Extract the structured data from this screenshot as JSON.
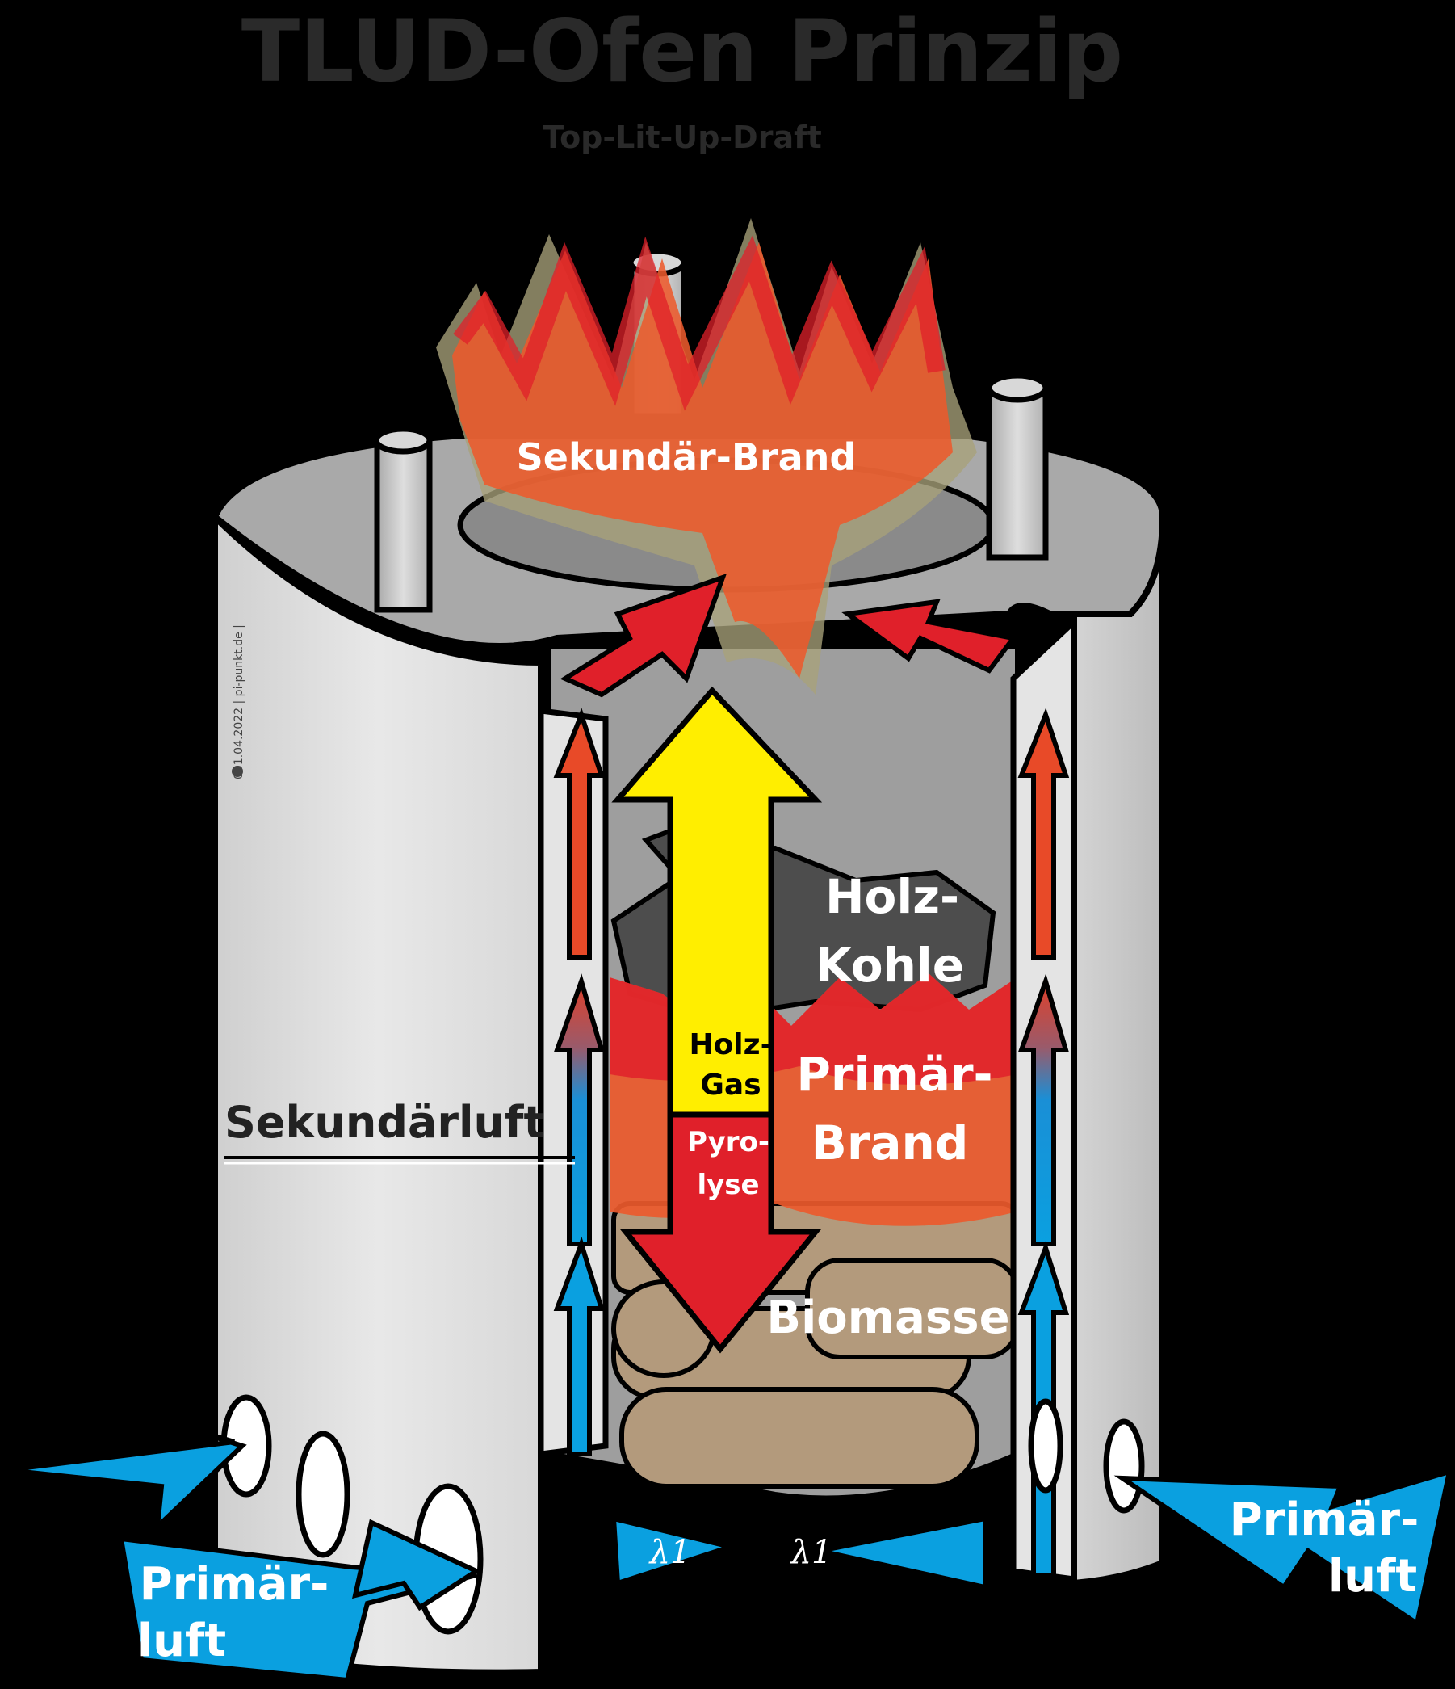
{
  "title": "TLUD-Ofen Prinzip",
  "subtitle": "Top-Lit-Up-Draft",
  "labels": {
    "secondary_burn": "Sekundär-Brand",
    "charcoal_1": "Holz-",
    "charcoal_2": "Kohle",
    "primary_burn_1": "Primär-",
    "primary_burn_2": "Brand",
    "woodgas_1": "Holz-",
    "woodgas_2": "Gas",
    "pyrolysis_1": "Pyro-",
    "pyrolysis_2": "lyse",
    "biomass": "Biomasse",
    "secondary_air": "Sekundärluft",
    "primary_air_left_1": "Primär-",
    "primary_air_left_2": "luft",
    "primary_air_right_1": "Primär-",
    "primary_air_right_2": "luft",
    "lambda_left": "λ1",
    "lambda_right": "λ1",
    "credit": "001.04.2022 | pi-punkt.de |"
  },
  "colors": {
    "background": "#000000",
    "steel_light": "#e4e4e4",
    "steel_mid": "#bdbdbd",
    "steel_top": "#a9a9a9",
    "flame_red": "#e0202a",
    "flame_orange": "#ec5a2c",
    "flame_olive": "#a8a27a",
    "woodgas_yellow": "#ffee00",
    "charcoal": "#4a4a4a",
    "biomass": "#b39a7c",
    "air_blue": "#0aa0e0",
    "title_gray": "#2a2a2a"
  }
}
